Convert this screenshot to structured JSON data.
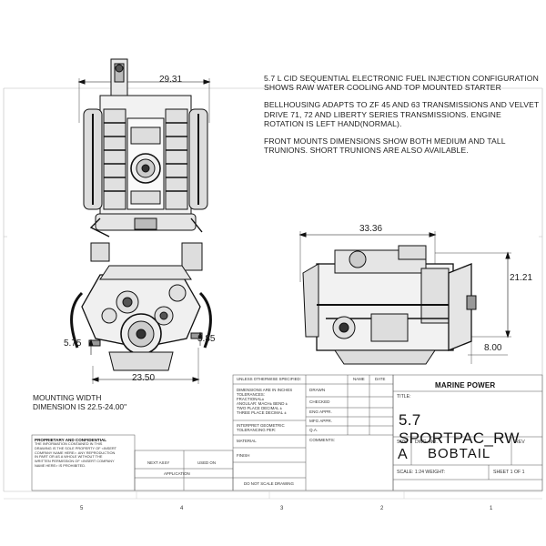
{
  "dimensions": {
    "width_top": "29.31",
    "length_side": "33.36",
    "height_side": "21.21",
    "crank_side": "8.00",
    "mount_left": "5.75",
    "mount_right": "3.85",
    "width_front": "23.50"
  },
  "notes": [
    "5.7 L CID SEQUENTIAL ELECTRONIC FUEL INJECTION CONFIGURATION SHOWS RAW WATER COOLING AND TOP MOUNTED STARTER",
    "BELLHOUSING ADAPTS TO ZF 45 AND 63 TRANSMISSIONS AND VELVET DRIVE 71, 72 AND LIBERTY SERIES TRANSMISSIONS.  ENGINE ROTATION IS LEFT HAND(NORMAL).",
    "FRONT MOUNTS DIMENSIONS SHOW BOTH MEDIUM AND TALL TRUNIONS.  SHORT TRUNIONS ARE ALSO AVAILABLE."
  ],
  "mounting_note": "MOUNTING WIDTH DIMENSION IS 22.5-24.00\"",
  "title_block": {
    "unless_specified": "UNLESS OTHERWISE SPECIFIED:",
    "col_name": "NAME",
    "col_date": "DATE",
    "tolerance_lines": [
      "DIMENSIONS ARE IN INCHES",
      "TOLERANCES:",
      "FRACTIONAL±",
      "ANGULAR: MACH±   BEND ±",
      "TWO PLACE DECIMAL   ±",
      "THREE PLACE DECIMAL  ±"
    ],
    "interpret": "INTERPRET GEOMETRIC TOLERANCING PER:",
    "material": "MATERIAL",
    "finish": "FINISH",
    "do_not_scale": "DO NOT SCALE DRAWING",
    "rows": [
      "DRAWN",
      "CHECKED",
      "ENG APPR.",
      "MFG APPR.",
      "Q.A.",
      "COMMENTS:"
    ],
    "next_assy": "NEXT ASSY",
    "used_on": "USED ON",
    "application": "APPLICATION",
    "company": "MARINE POWER",
    "title_label": "TITLE:",
    "title": "5.7 SPORTPAC_RW",
    "size_label": "SIZE",
    "size": "A",
    "dwg_label": "DWG.  NO.",
    "dwg_no": "BOBTAIL",
    "rev_label": "REV",
    "scale": "SCALE: 1:24 WEIGHT:",
    "sheet": "SHEET 1 OF 1",
    "prop_title": "PROPRIETARY AND CONFIDENTIAL",
    "prop_body": "THE INFORMATION CONTAINED IN THIS DRAWING IS THE SOLE PROPERTY OF <INSERT COMPANY NAME HERE>. ANY REPRODUCTION IN PART OR AS A WHOLE WITHOUT THE WRITTEN PERMISSION OF <INSERT COMPANY NAME HERE> IS PROHIBITED."
  },
  "zones": [
    "5",
    "4",
    "3",
    "2",
    "1"
  ]
}
